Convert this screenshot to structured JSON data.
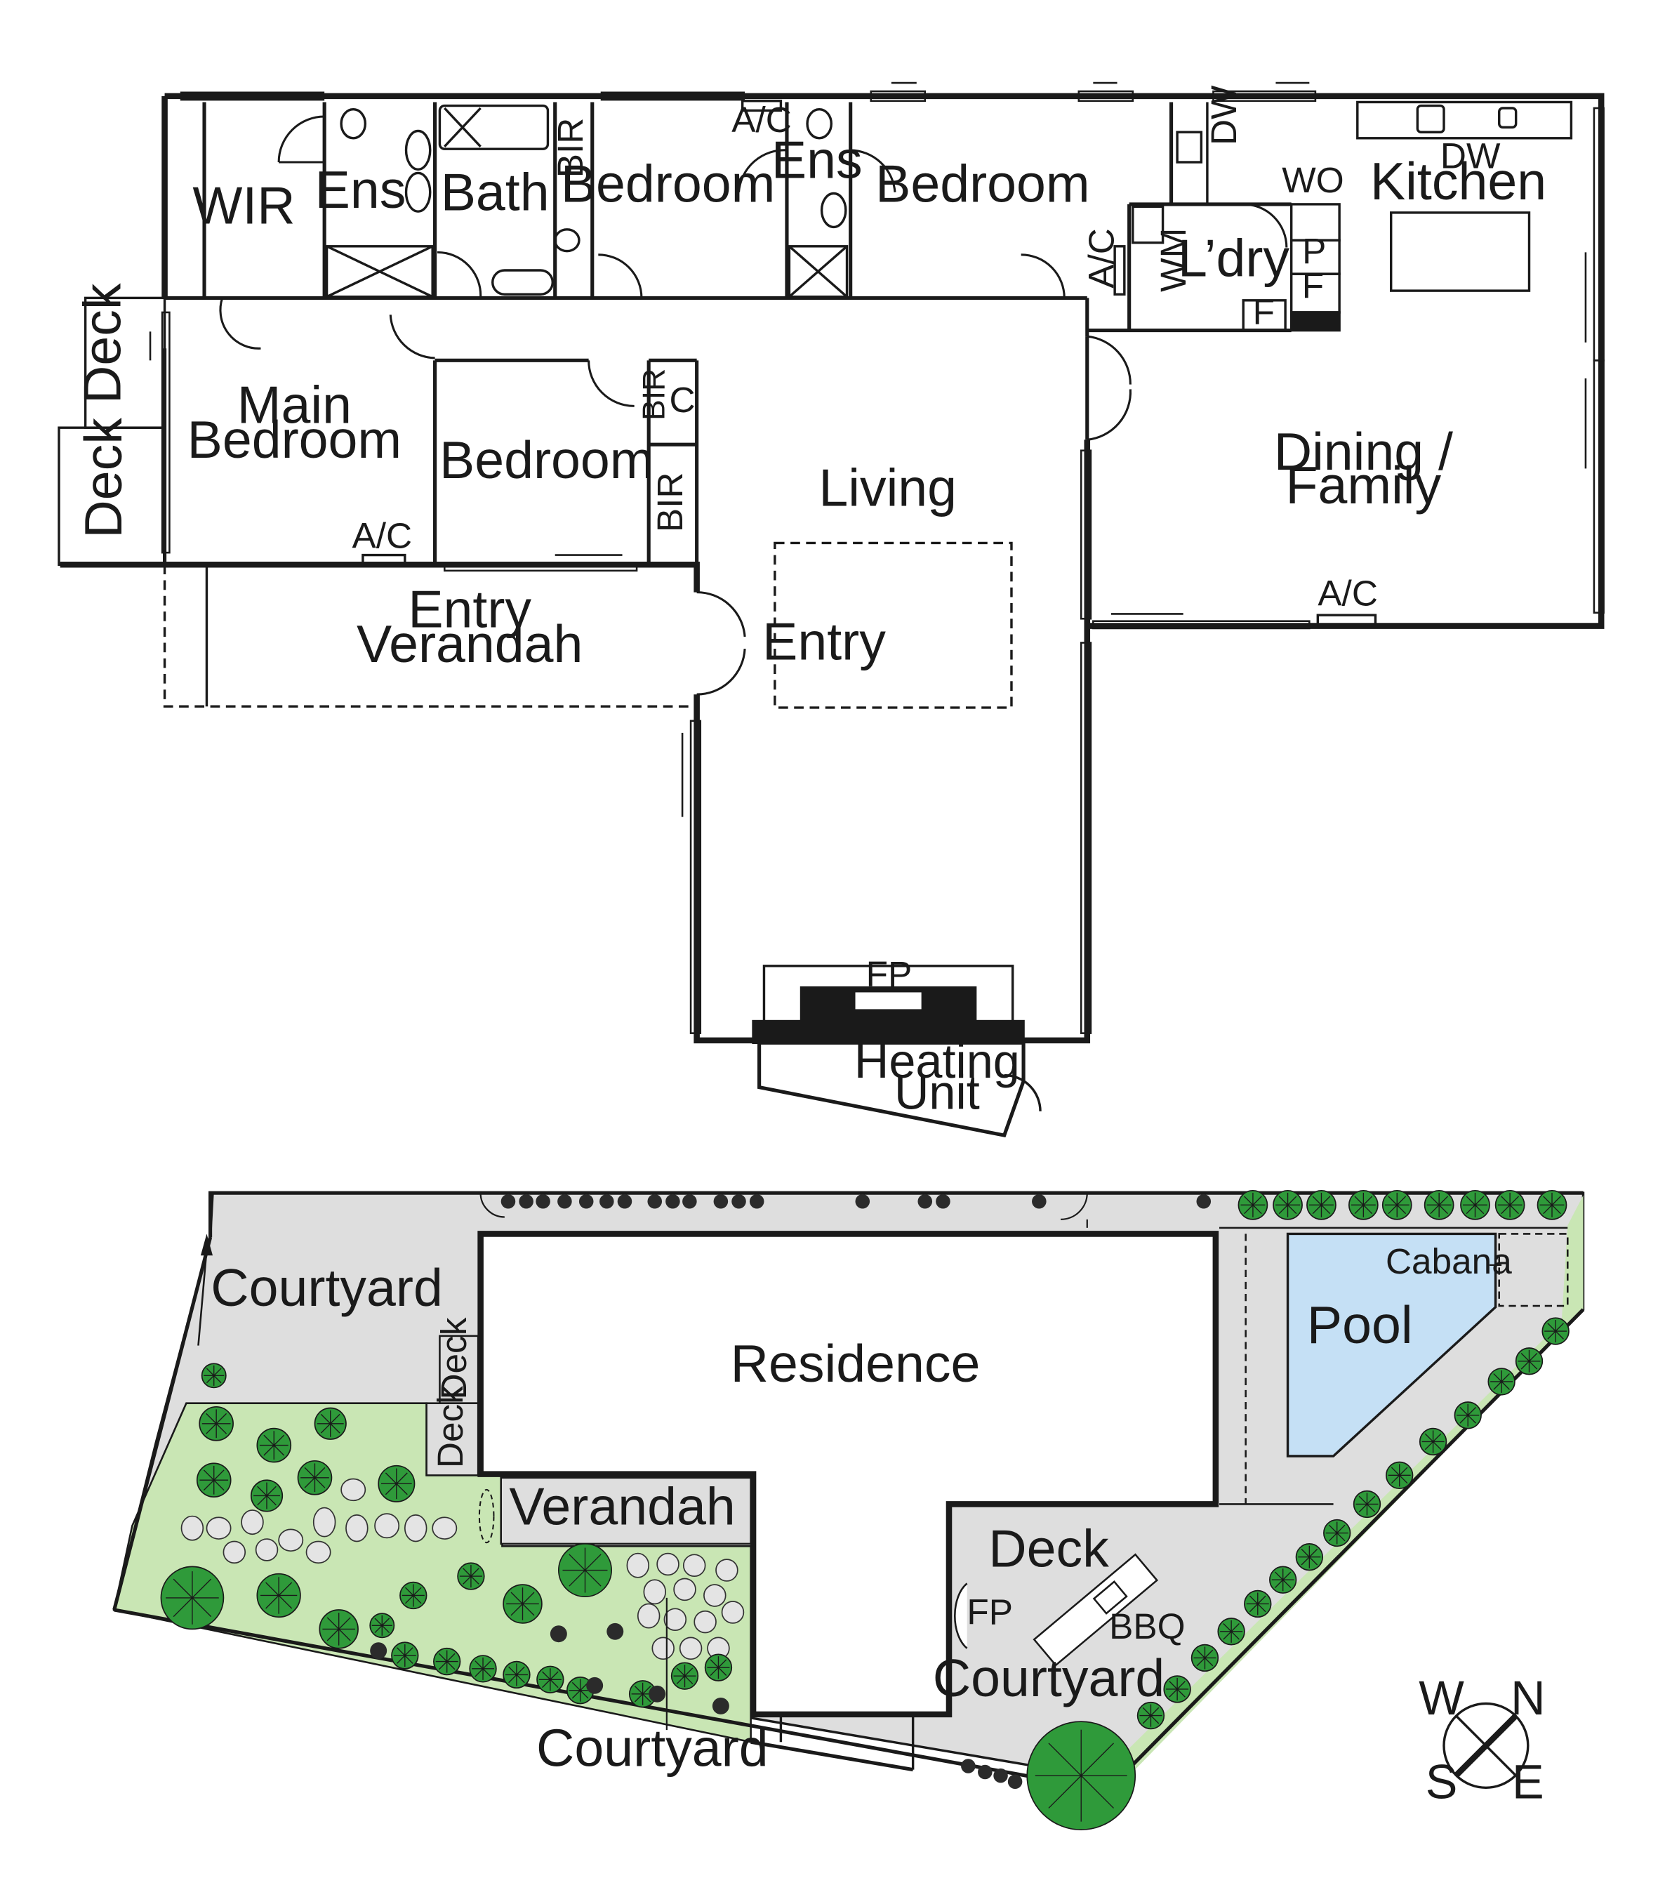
{
  "floor_plan": {
    "rooms": {
      "wir": "WIR",
      "ens1": "Ens",
      "bath": "Bath",
      "bir1": "BIR",
      "bedroom1": "Bedroom",
      "ens2": "Ens",
      "bedroom2": "Bedroom",
      "kitchen": "Kitchen",
      "laundry": "L’dry",
      "main_bedroom_1": "Main",
      "main_bedroom_2": "Bedroom",
      "bedroom3": "Bedroom",
      "bir2": "BIR",
      "bir3": "BIR",
      "living": "Living",
      "dining_1": "Dining /",
      "dining_2": "Family",
      "entry_verandah_1": "Entry",
      "entry_verandah_2": "Verandah",
      "entry": "Entry",
      "heating_1": "Heating",
      "heating_2": "Unit",
      "deck_upper": "Deck",
      "deck_lower": "Deck"
    },
    "fixtures": {
      "ac": "A/C",
      "dw": "DW",
      "wo": "WO",
      "wm": "WM",
      "p": "P",
      "f": "F",
      "c": "C",
      "fp": "FP"
    }
  },
  "site_plan": {
    "labels": {
      "courtyard_nw": "Courtyard",
      "residence": "Residence",
      "pool": "Pool",
      "cabana": "Cabana",
      "deck1": "Deck",
      "deck2": "Deck",
      "verandah": "Verandah",
      "deck_se": "Deck",
      "fp": "FP",
      "bbq": "BBQ",
      "courtyard_se": "Courtyard",
      "courtyard_s": "Courtyard"
    },
    "compass": {
      "w": "W",
      "n": "N",
      "s": "S",
      "e": "E"
    }
  },
  "colors": {
    "wall": "#1a1a1a",
    "paving": "#dedede",
    "garden": "#c9e6b4",
    "pool": "#c5e0f5",
    "tree": "#2f9a3a"
  }
}
